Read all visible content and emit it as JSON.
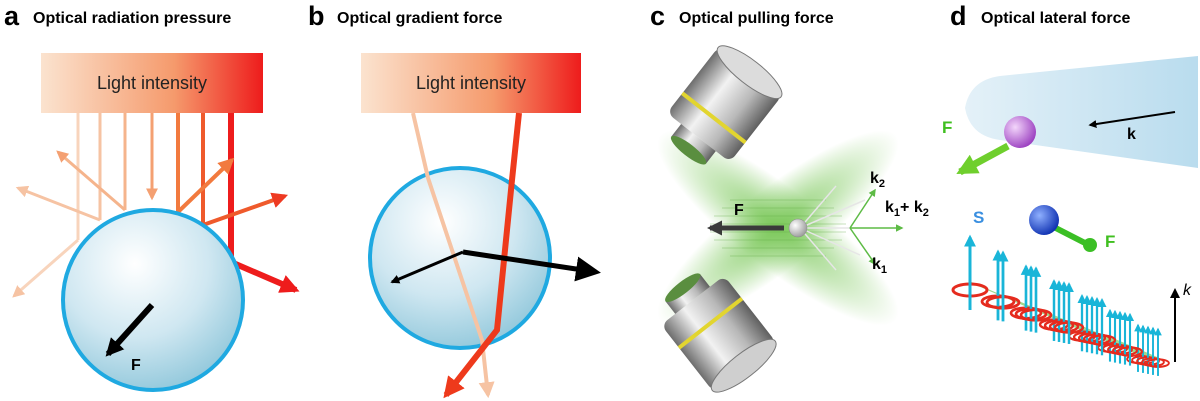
{
  "panels": {
    "a": {
      "letter": "a",
      "title": "Optical radiation pressure",
      "intensity_label": "Light intensity",
      "force_label": "F"
    },
    "b": {
      "letter": "b",
      "title": "Optical gradient force",
      "intensity_label": "Light intensity"
    },
    "c": {
      "letter": "c",
      "title": "Optical pulling force",
      "force_label": "F",
      "k2_base": "k",
      "k2_sub": "2",
      "ksum_k1_base": "k",
      "ksum_k1_sub": "1",
      "ksum_plus": "+ k",
      "ksum_k2_sub": "2",
      "k1_base": "k",
      "k1_sub": "1"
    },
    "d": {
      "letter": "d",
      "title": "Optical lateral force",
      "force_top_label": "F",
      "k_label": "k",
      "s_label": "S",
      "force_bottom_label": "F",
      "k_axis_label": "k"
    }
  },
  "colors": {
    "intensity_low": "#fbe3cf",
    "intensity_high": "#ee1c1c",
    "sphere_outline": "#1fa9e1",
    "green_force": "#3fbf1f",
    "spin_blue": "#19b5d8",
    "k_label_blue": "#3a8fe0"
  }
}
